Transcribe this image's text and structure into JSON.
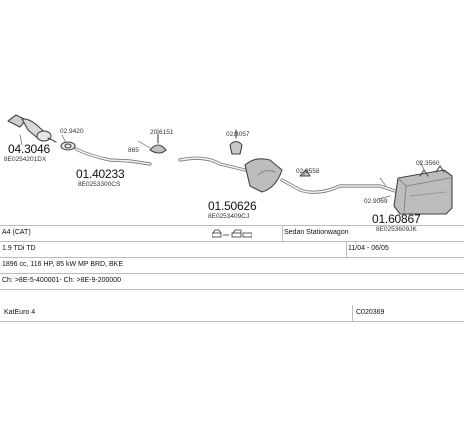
{
  "diagram": {
    "parts": [
      {
        "number": "04.3046",
        "ref": "8E0254201DX"
      },
      {
        "number": "01.40233",
        "ref": "8E0253300CS"
      },
      {
        "number": "01.50626",
        "ref": "8E0253409CJ"
      },
      {
        "number": "01.60867",
        "ref": "8E0253609JK"
      }
    ],
    "hints": [
      "02.9420",
      "20.6151",
      "02.3057",
      "02.9558",
      "02.3560",
      "02.9069",
      "865"
    ]
  },
  "spec": {
    "model": "A4 (CAT)",
    "body_type": "Sedan Stationwagon",
    "engine": "1.9 TDi TD",
    "date_range": "11/04 - 06/05",
    "engine_detail": "1896 cc, 116 HP, 85 kW MP BRD, BKE",
    "chassis": "Ch: >8E-5-400001- Ch: >8E-9-200000",
    "notes": "KatEuro 4",
    "code": "C020369"
  }
}
